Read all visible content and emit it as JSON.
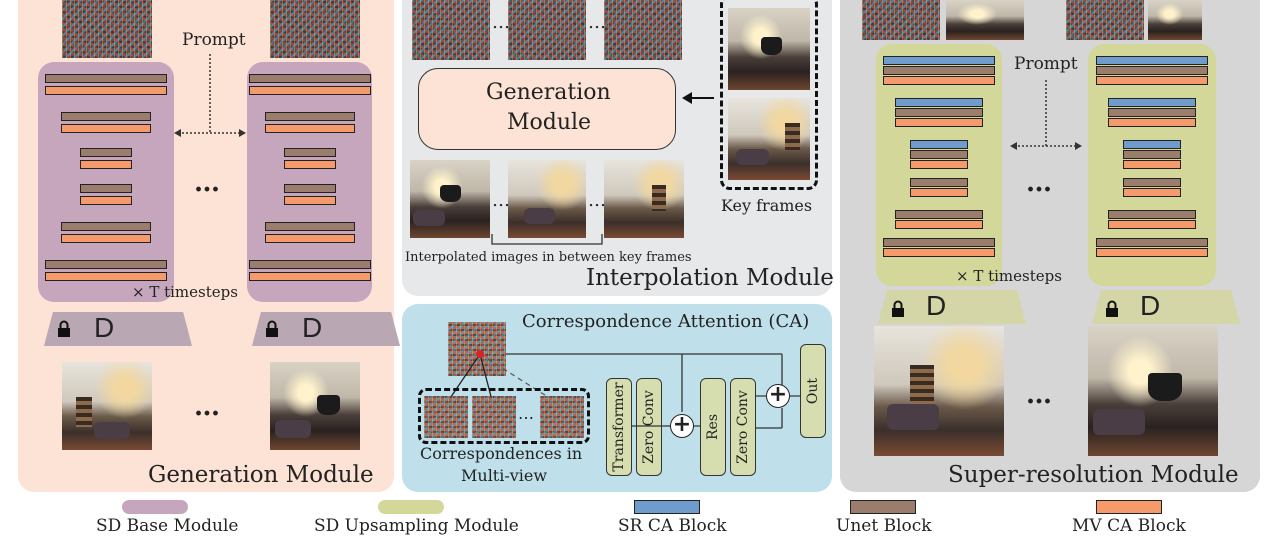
{
  "gen_module": {
    "prompt": "Prompt",
    "timesteps": "× T timesteps",
    "title": "Generation Module",
    "dots": "…",
    "decoder_letter": "D"
  },
  "interp_module": {
    "gen_box_line1": "Generation",
    "gen_box_line2": "Module",
    "key_frames": "Key frames",
    "interp_caption": "Interpolated images in between key frames",
    "title": "Interpolation Module",
    "dots": "…"
  },
  "ca_module": {
    "title": "Correspondence Attention (CA)",
    "caption_line1": "Correspondences in",
    "caption_line2": "Multi-view",
    "blocks": [
      "Transformer",
      "Zero Conv",
      "Res",
      "Zero Conv",
      "Out"
    ],
    "dots": "…"
  },
  "sr_module": {
    "prompt": "Prompt",
    "timesteps": "× T timesteps",
    "title": "Super-resolution Module",
    "dots": "…",
    "decoder_letter": "D"
  },
  "legend": [
    {
      "label": "SD Base Module",
      "color": "#c6a6bd"
    },
    {
      "label": "SD Upsampling Module",
      "color": "#d4d79a"
    },
    {
      "label": "SR CA Block",
      "color": "#6f9ccd"
    },
    {
      "label": "Unet Block",
      "color": "#9a7d6d"
    },
    {
      "label": "MV CA Block",
      "color": "#f59a6a"
    }
  ],
  "colors": {
    "gen_panel": "#fde3d5",
    "interp_panel": "#e6e8ea",
    "ca_panel": "#bfe0ea",
    "sr_panel": "#d6d6d6",
    "sd_base": "#c6a6bd",
    "sd_upsampling": "#d4d79a"
  }
}
